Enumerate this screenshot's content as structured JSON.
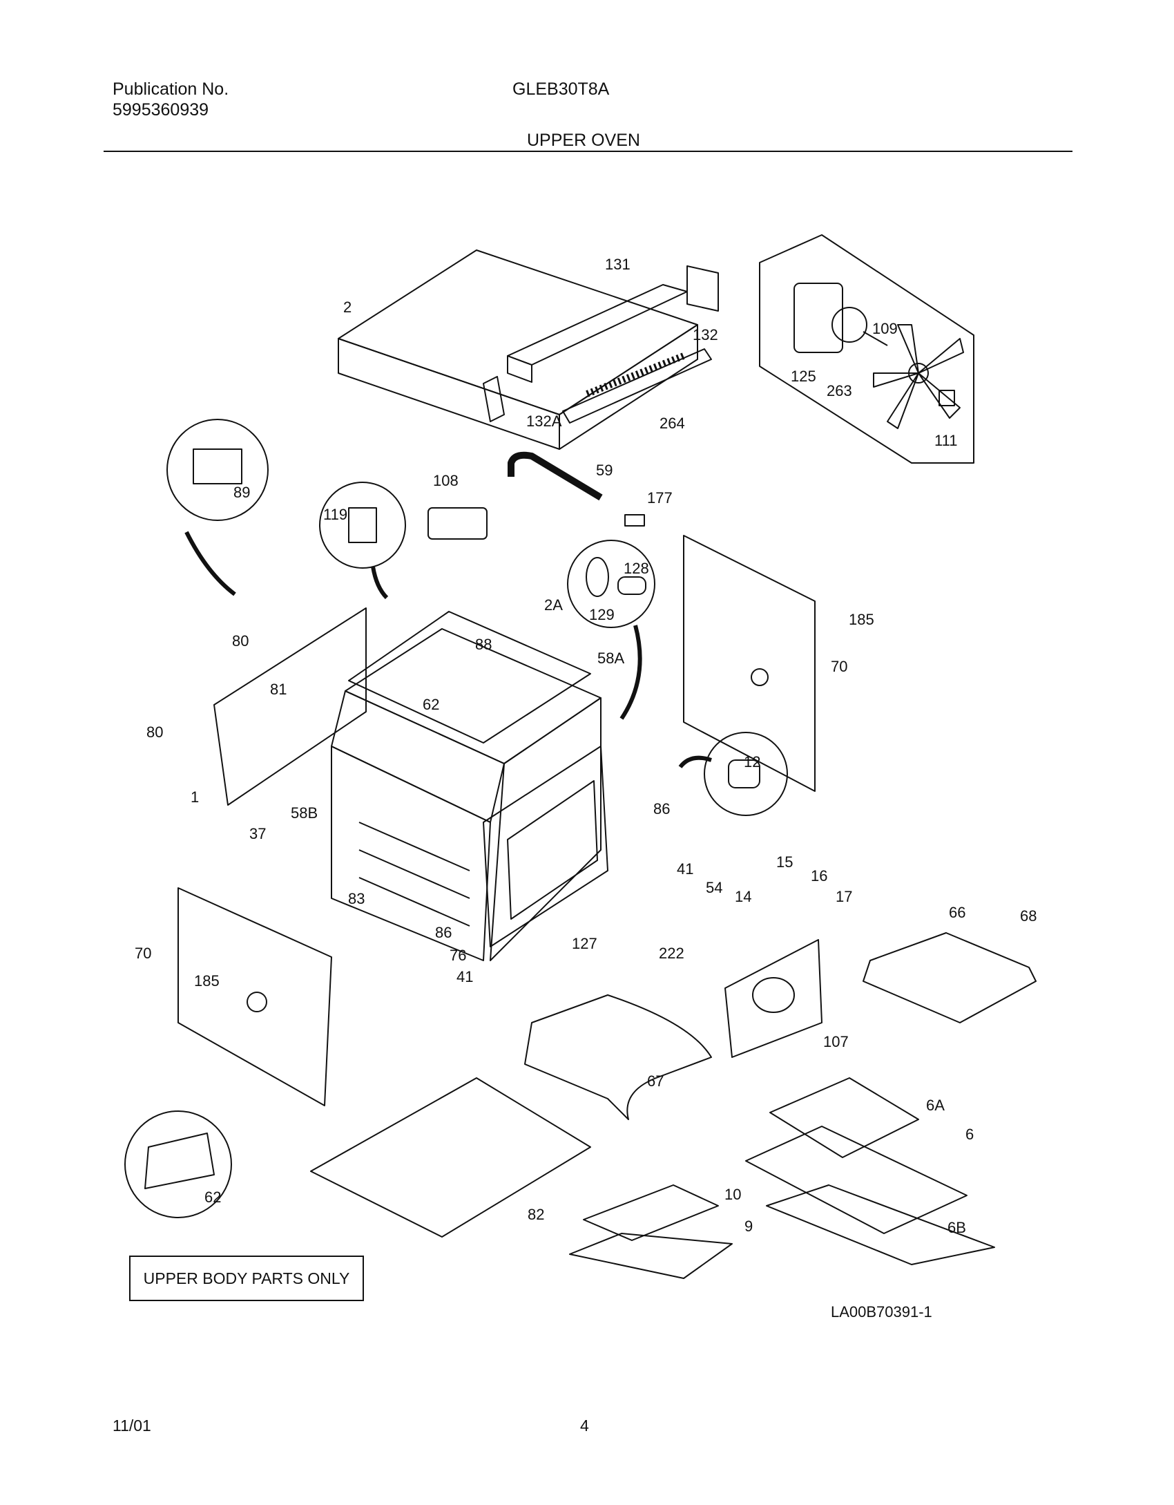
{
  "header": {
    "publication_label": "Publication No.",
    "publication_number": "5995360939",
    "model": "GLEB30T8A",
    "section_title": "UPPER OVEN"
  },
  "note": "UPPER BODY PARTS ONLY",
  "drawing_code": "LA00B70391-1",
  "footer": {
    "date": "11/01",
    "page": "4"
  },
  "callouts": [
    "2",
    "131",
    "132",
    "132A",
    "264",
    "125",
    "109",
    "263",
    "111",
    "89",
    "119",
    "108",
    "59",
    "177",
    "128",
    "129",
    "2A",
    "88",
    "58A",
    "80",
    "80",
    "81",
    "62",
    "185",
    "70",
    "1",
    "58B",
    "12",
    "86",
    "41",
    "37",
    "83",
    "54",
    "14",
    "15",
    "16",
    "17",
    "86",
    "76",
    "127",
    "222",
    "66",
    "68",
    "70",
    "185",
    "41",
    "107",
    "67",
    "6A",
    "6",
    "62",
    "82",
    "10",
    "9",
    "6B"
  ]
}
